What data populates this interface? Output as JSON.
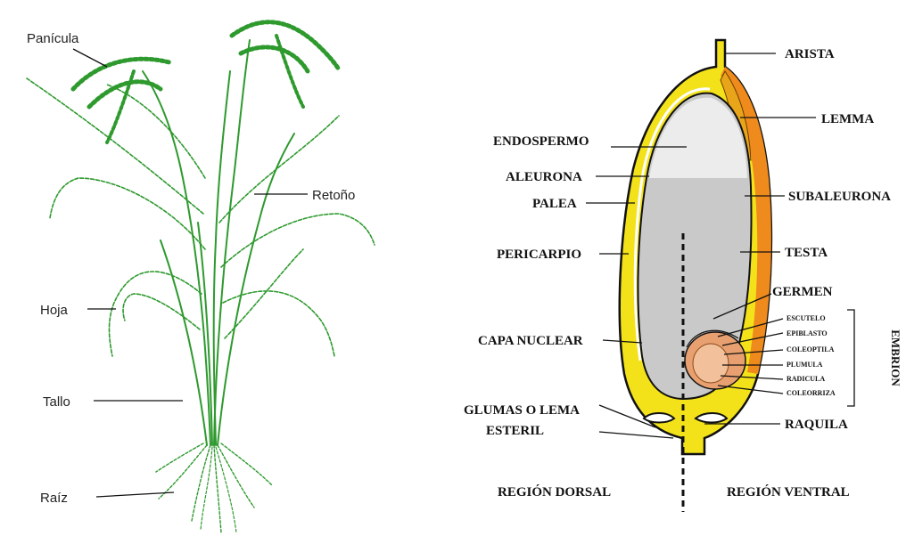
{
  "plant": {
    "labels": {
      "panicula": "Panícula",
      "retono": "Retoño",
      "hoja": "Hoja",
      "tallo": "Tallo",
      "raiz": "Raíz"
    }
  },
  "grain": {
    "labels": {
      "arista": "ARISTA",
      "lemma": "LEMMA",
      "endospermo": "ENDOSPERMO",
      "aleurona": "ALEURONA",
      "palea": "PALEA",
      "subaleurona": "SUBALEURONA",
      "pericarpio": "PERICARPIO",
      "testa": "TESTA",
      "germen": "GERMEN",
      "capa_nuclear": "CAPA NUCLEAR",
      "glumas_line1": "GLUMAS O LEMA",
      "glumas_line2": "ESTERIL",
      "raquila": "RAQUILA",
      "region_dorsal": "REGIÓN DORSAL",
      "region_ventral": "REGIÓN VENTRAL"
    },
    "embryo": {
      "group_label": "EMBRION",
      "parts": [
        "ESCUTELO",
        "EPIBLASTO",
        "COLEOPTILA",
        "PLUMULA",
        "RADICULA",
        "COLEORRIZA"
      ]
    },
    "colors": {
      "hull": "#f3e21a",
      "hull_dark": "#e8a51a",
      "lemma_orange": "#ef8a1c",
      "endosperm": "#c9c9c9",
      "embryo": "#e8a070"
    }
  }
}
